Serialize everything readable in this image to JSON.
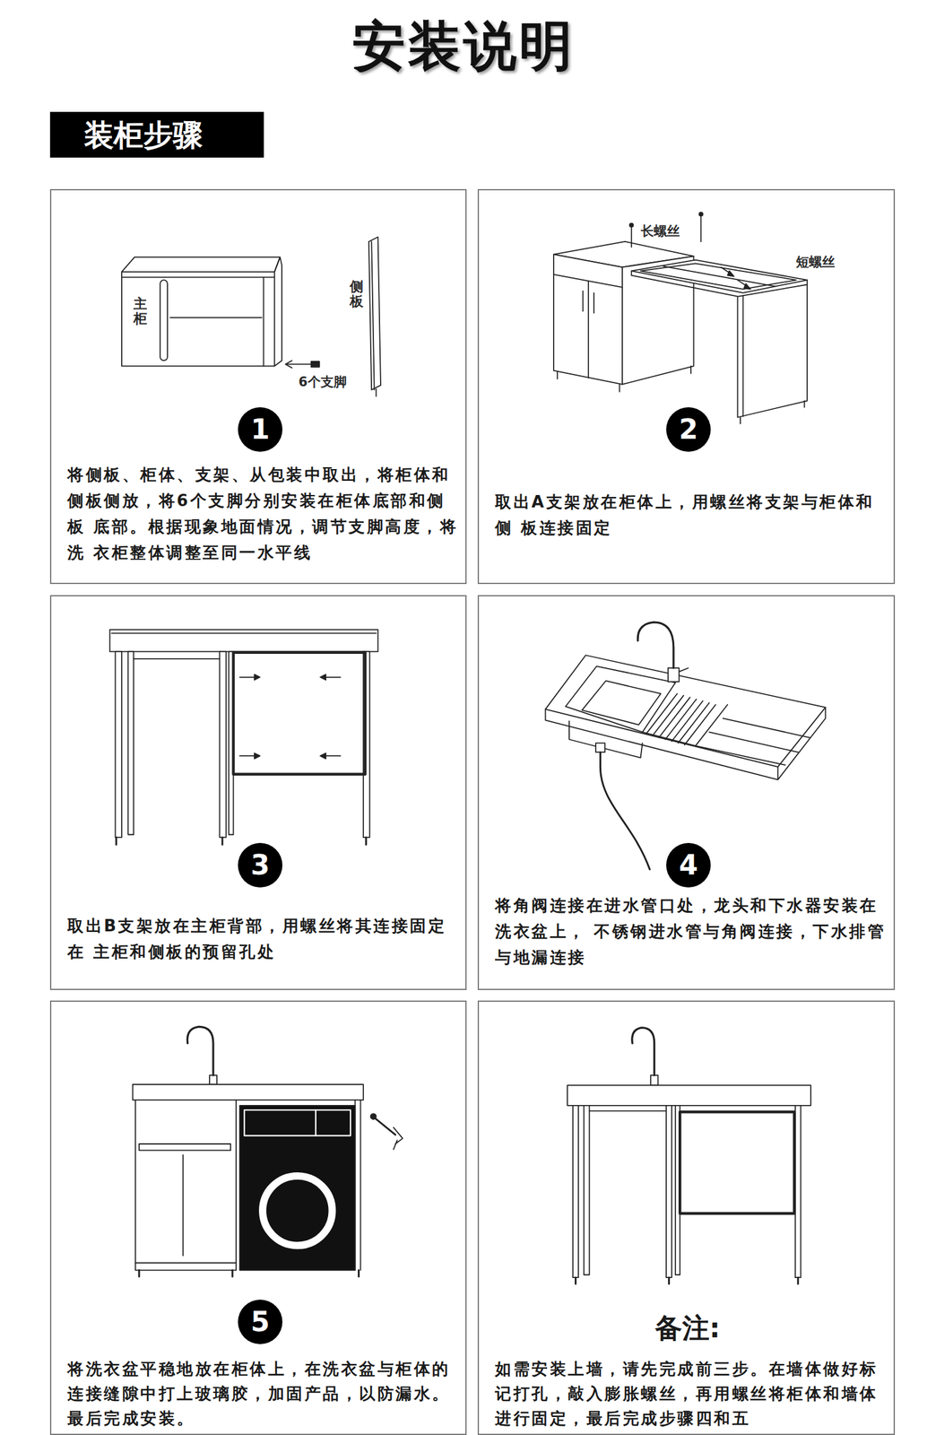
{
  "diagram": {
    "title": "安装说明",
    "nodes": [
      {
        "text": [
          "装柜步骤"
        ]
      },
      {
        "text": [
          "将侧板、柜体、支架、从包装中取出，将柜体和 侧板侧放，将6个支脚分别安装在柜体底部和侧板 底部。根据现象地面情况，调节支脚高度，将洗 衣柜整体调整至同一水平线"
        ]
      },
      {
        "text": [
          "1"
        ],
        "in": 1
      },
      {
        "text": [
          "取出A支架放在柜体上，用螺丝将支架与柜体和侧 板连接固定"
        ]
      },
      {
        "text": [
          "2"
        ],
        "in": 3
      },
      {
        "text": [
          "取出B支架放在主柜背部，用螺丝将其连接固定在 主柜和侧板的预留孔处"
        ]
      },
      {
        "text": [
          "3"
        ],
        "in": 5
      },
      {
        "text": [
          "将角阀连接在进水管口处，龙头和下水器安装在 洗衣盆上， 不锈钢进水管与角阀连接，下水排管 与地漏连接"
        ]
      },
      {
        "text": [
          "4"
        ],
        "in": 7
      },
      {
        "text": [
          "将洗衣盆平稳地放在柜体上，在洗衣盆与柜体的 连接缝隙中打上玻璃胶，加固产品，以防漏水。 最后完成安装。"
        ]
      },
      {
        "text": [
          "5"
        ],
        "in": 9
      },
      {
        "text": [
          "备注:",
          "如需安装上墙，请先完成前三步。在墙体做好标 记打孔，敲入膨胀螺丝，再用螺丝将柜体和墙体 进行固定，最后完成步骤四和五"
        ]
      }
    ],
    "labels": [
      "主柜",
      "侧板",
      "6个支脚",
      "长螺丝",
      "短螺丝"
    ]
  }
}
